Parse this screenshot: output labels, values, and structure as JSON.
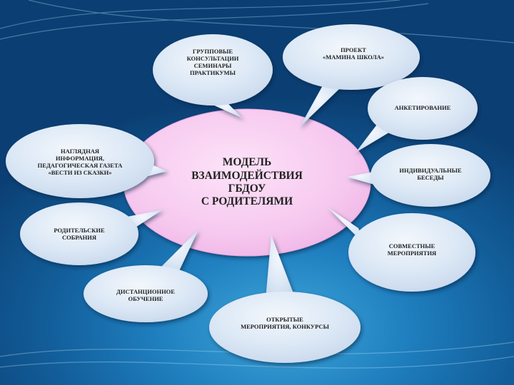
{
  "diagram": {
    "center": "МОДЕЛЬ\nВЗАИМОДЕЙСТВИЯ\nГБДОУ\nС РОДИТЕЛЯМИ",
    "bubbles": {
      "group_consultations": "ГРУППОВЫЕ\nКОНСУЛЬТАЦИИ\nСЕМИНАРЫ\nПРАКТИКУМЫ",
      "project": "ПРОЕКТ\n«МАМИНА ШКОЛА»",
      "survey": "АНКЕТИРОВАНИЕ",
      "individual_talks": "ИНДИВИДУАЛЬНЫЕ\nБЕСЕДЫ",
      "joint_events": "СОВМЕСТНЫЕ\nМЕРОПРИЯТИЯ",
      "open_events": "ОТКРЫТЫЕ\nМЕРОПРИЯТИЯ, КОНКУРСЫ",
      "distance_learning": "ДИСТАНЦИОННОЕ\nОБУЧЕНИЕ",
      "parent_meetings": "РОДИТЕЛЬСКИЕ\nСОБРАНИЯ",
      "visual_info": "НАГЛЯДНАЯ\nИНФОРМАЦИЯ,\nПЕДАГОГИЧЕСКАЯ ГАЗЕТА\n«ВЕСТИ ИЗ СКАЗКИ»"
    },
    "colors": {
      "center_fill": "#f6c8ef",
      "bubble_fill": "#d9e8f5",
      "background": "#1f7fbf"
    }
  }
}
